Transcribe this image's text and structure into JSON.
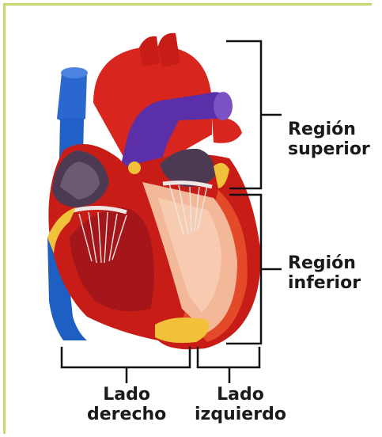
{
  "labels": {
    "region_superior": [
      "Región",
      "superior"
    ],
    "region_inferior": [
      "Región",
      "inferior"
    ],
    "lado_derecho": [
      "Lado",
      "derecho"
    ],
    "lado_izquierdo": [
      "Lado",
      "izquierdo"
    ]
  },
  "colors": {
    "border": "#c9d66a",
    "vena_cava": "#1f5fc4",
    "arteria_pulmonar": "#5a2fa8",
    "aorta": "#d8261f",
    "muscle": "#c81d17",
    "septum": "#f3b89a",
    "fat": "#f2c13a",
    "bracket": "#111111"
  }
}
